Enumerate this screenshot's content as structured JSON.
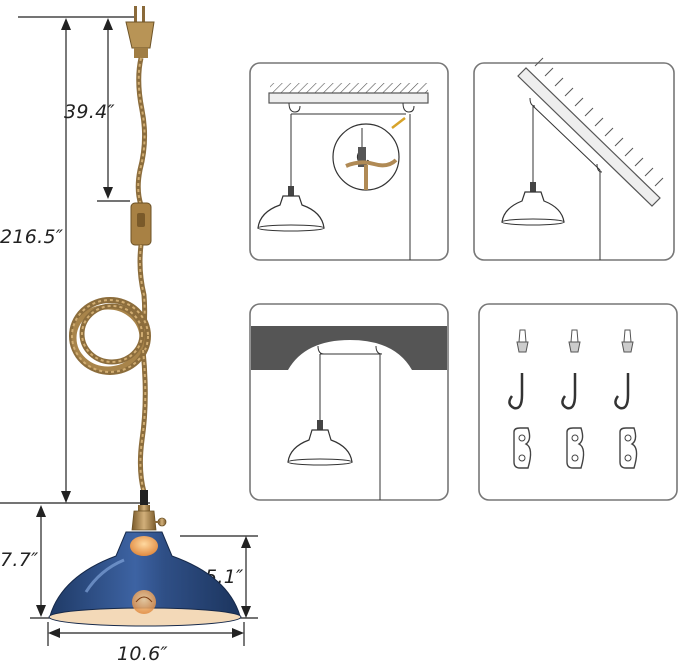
{
  "dimensions": {
    "total_length": "216.5″",
    "plug_to_switch": "39.4″",
    "lamp_height": "7.7″",
    "shade_height": "5.1″",
    "shade_diameter": "10.6″"
  },
  "colors": {
    "shade": "#2f4f86",
    "cord": "#b08a55",
    "brass": "#a8844a",
    "panel_border": "#777777",
    "beam_dark": "#555555"
  },
  "panels": [
    {
      "name": "flat-ceiling-install",
      "icon": "flat-ceiling-with-hook-detail"
    },
    {
      "name": "sloped-ceiling-install",
      "icon": "sloped-ceiling"
    },
    {
      "name": "arched-beam-install",
      "icon": "arched-beam"
    },
    {
      "name": "hardware-kit",
      "icon": "anchors-hooks-clips"
    }
  ]
}
